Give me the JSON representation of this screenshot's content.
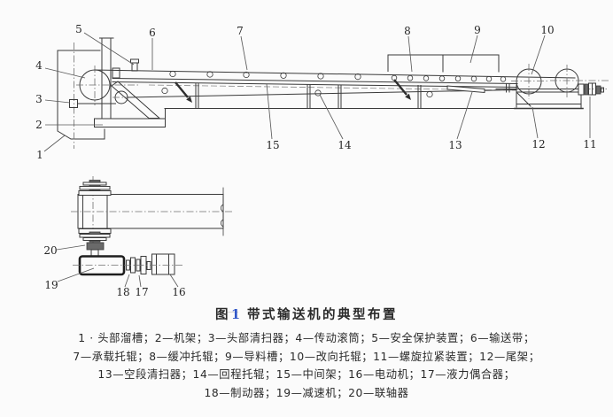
{
  "caption": {
    "fig_char": "图",
    "fig_num": "1",
    "title": "带式输送机的典型布置",
    "legend_lines": [
      "1 · 头部溜槽；2—机架；3—头部清扫器；4—传动滚筒；5—安全保护装置；6—输送带；",
      "7—承载托辊；8—缓冲托辊；9—导料槽；10—改向托辊；11—螺旋拉紧装置；12—尾架；",
      "13—空段清扫器；14—回程托辊；15—中间架；16—电动机；17—液力偶合器；",
      "18—制动器；19—减速机；20—联轴器"
    ]
  },
  "drawing": {
    "callouts": [
      "1",
      "2",
      "3",
      "4",
      "5",
      "6",
      "7",
      "8",
      "9",
      "10",
      "11",
      "12",
      "13",
      "14",
      "15",
      "16",
      "17",
      "18",
      "19",
      "20"
    ]
  },
  "colors": {
    "line": "#3a3a3a",
    "text": "#2a2a2a",
    "figure_number_blue": "#3056c8",
    "background": "#fbfbfb"
  }
}
